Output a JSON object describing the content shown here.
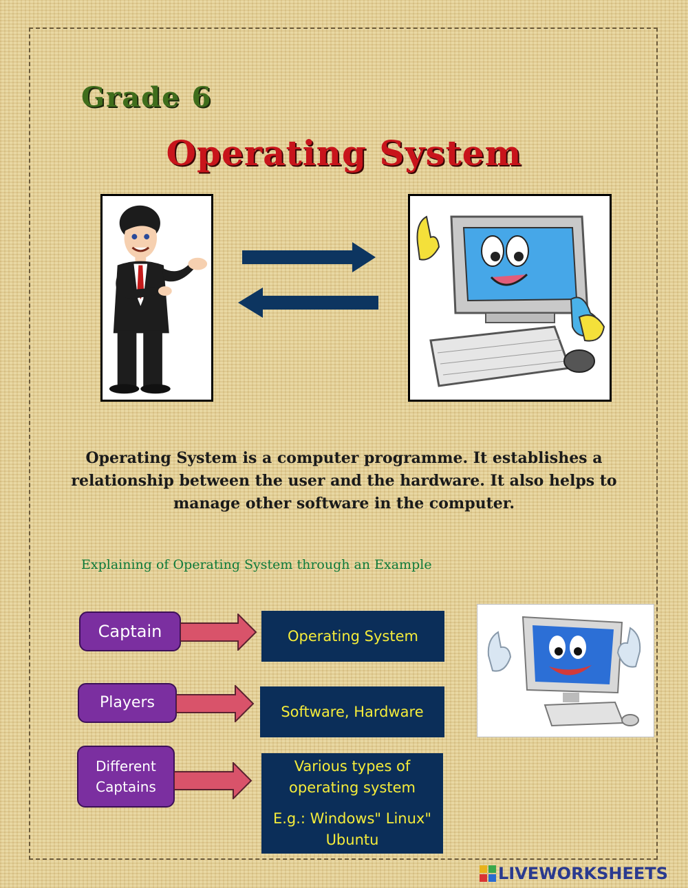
{
  "header": {
    "grade": "Grade 6",
    "title": "Operating System"
  },
  "description": "Operating System is a computer programme. It establishes a relationship between the user and the hardware. It also helps to manage other software in the computer.",
  "example": {
    "heading": "Explaining of Operating System through an Example",
    "rows": [
      {
        "left": "Captain",
        "right": "Operating System"
      },
      {
        "left": "Players",
        "right": "Software, Hardware"
      },
      {
        "left_line1": "Different",
        "left_line2": "Captains",
        "right_line1": "Various types of",
        "right_line2": "operating system",
        "right_line3": "E.g.: Windows\" Linux\"",
        "right_line4": "Ubuntu"
      }
    ]
  },
  "footer": {
    "brand": "LIVEWORKSHEETS"
  },
  "colors": {
    "title_red": "#c8141b",
    "grade_green": "#3f6d1c",
    "heading_green": "#0e7a3a",
    "pill_purple": "#7b2fa0",
    "box_navy": "#0b2e59",
    "box_text_yellow": "#f5ec3a",
    "arrow_pink": "#d9536a",
    "arrow_navy": "#0d3560"
  },
  "images": {
    "man": "businessman-presenting-illustration",
    "computer": "cartoon-computer-pointing-illustration",
    "computer_thumbs_up": "cartoon-computer-thumbs-up-illustration"
  }
}
